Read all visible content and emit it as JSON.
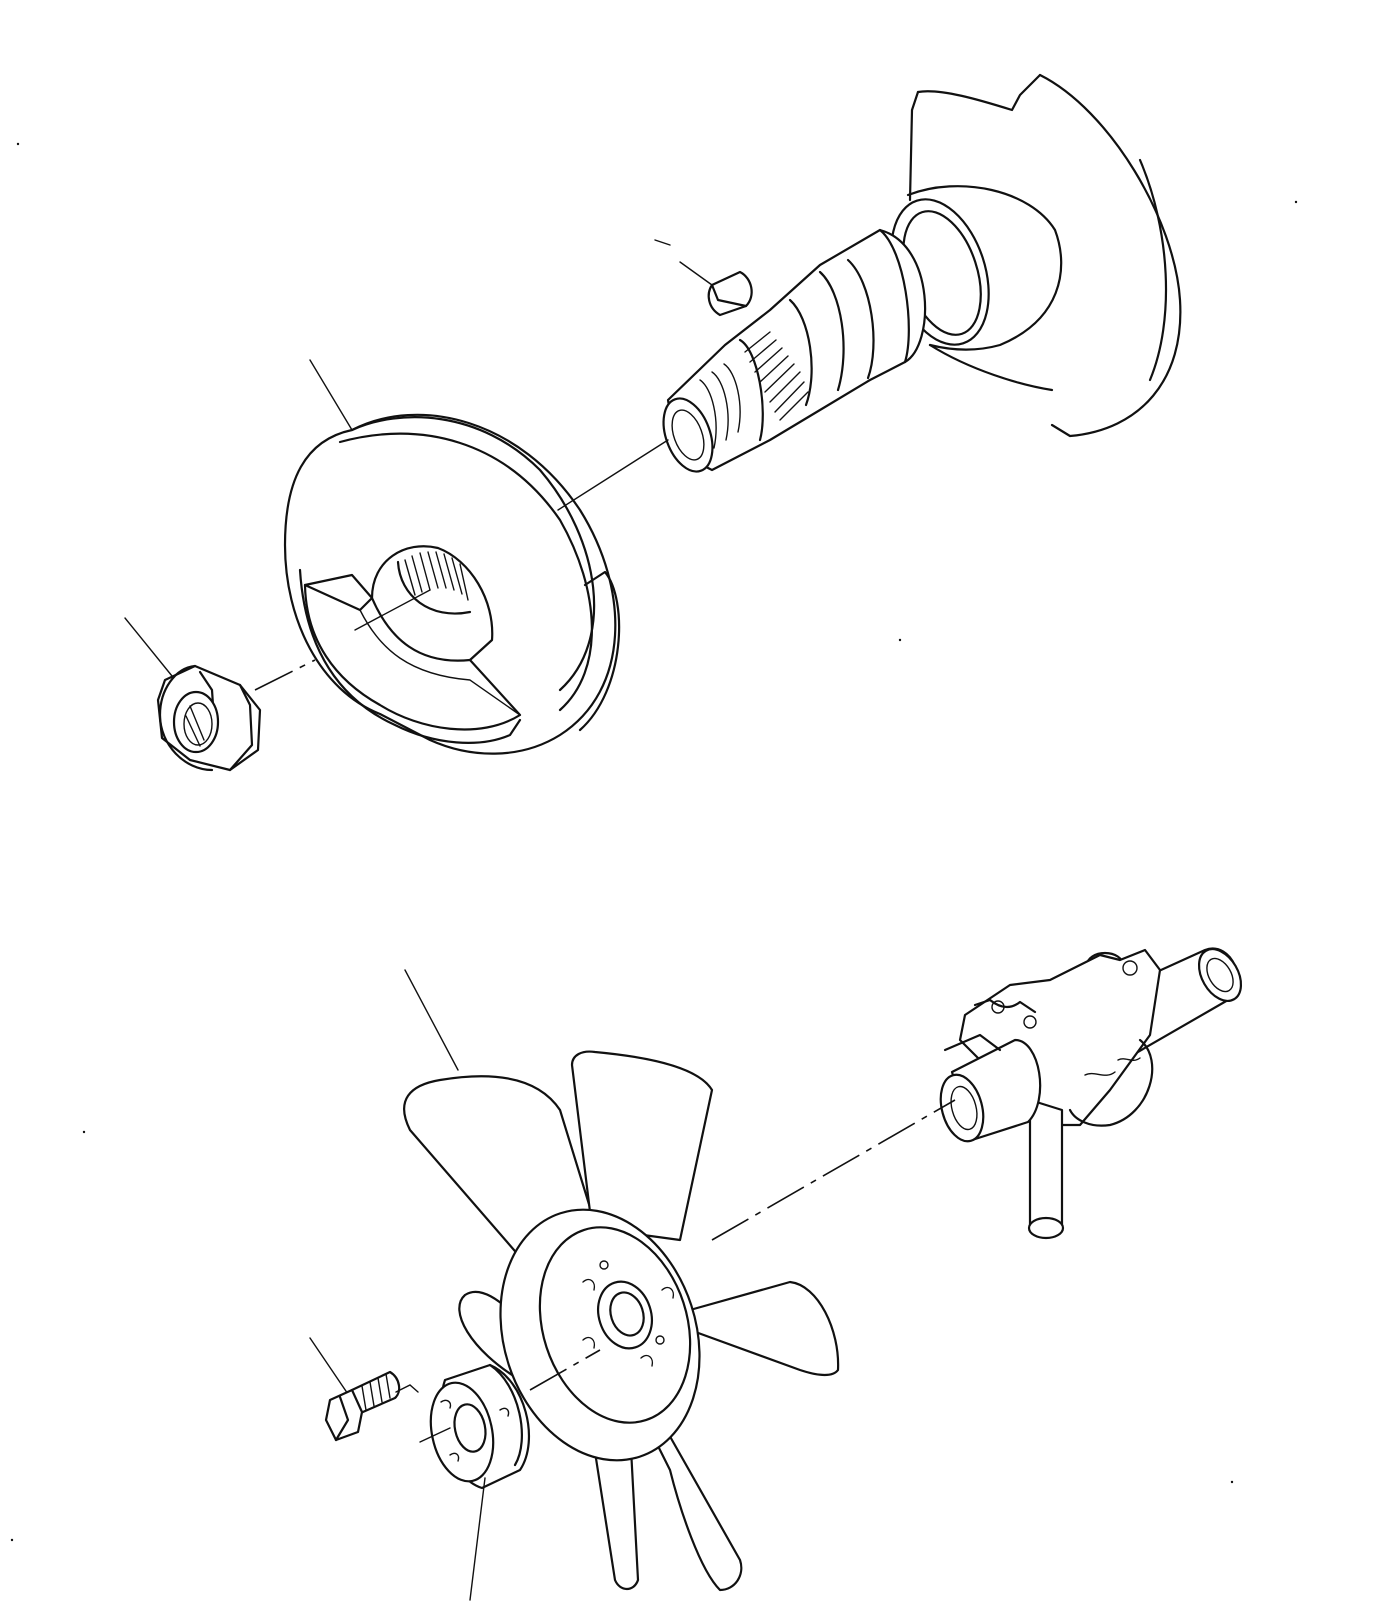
{
  "diagram": {
    "type": "exploded-parts-view",
    "colors": {
      "line": "#111111",
      "background": "#ffffff"
    },
    "groups": [
      {
        "name": "upper-assembly",
        "parts": [
          "shaft-housing",
          "woodruff-key",
          "splined-shaft",
          "crank-pulley",
          "hex-nut"
        ]
      },
      {
        "name": "lower-assembly",
        "parts": [
          "water-pump-body",
          "fan",
          "fan-spacer",
          "hex-bolt"
        ]
      }
    ]
  }
}
